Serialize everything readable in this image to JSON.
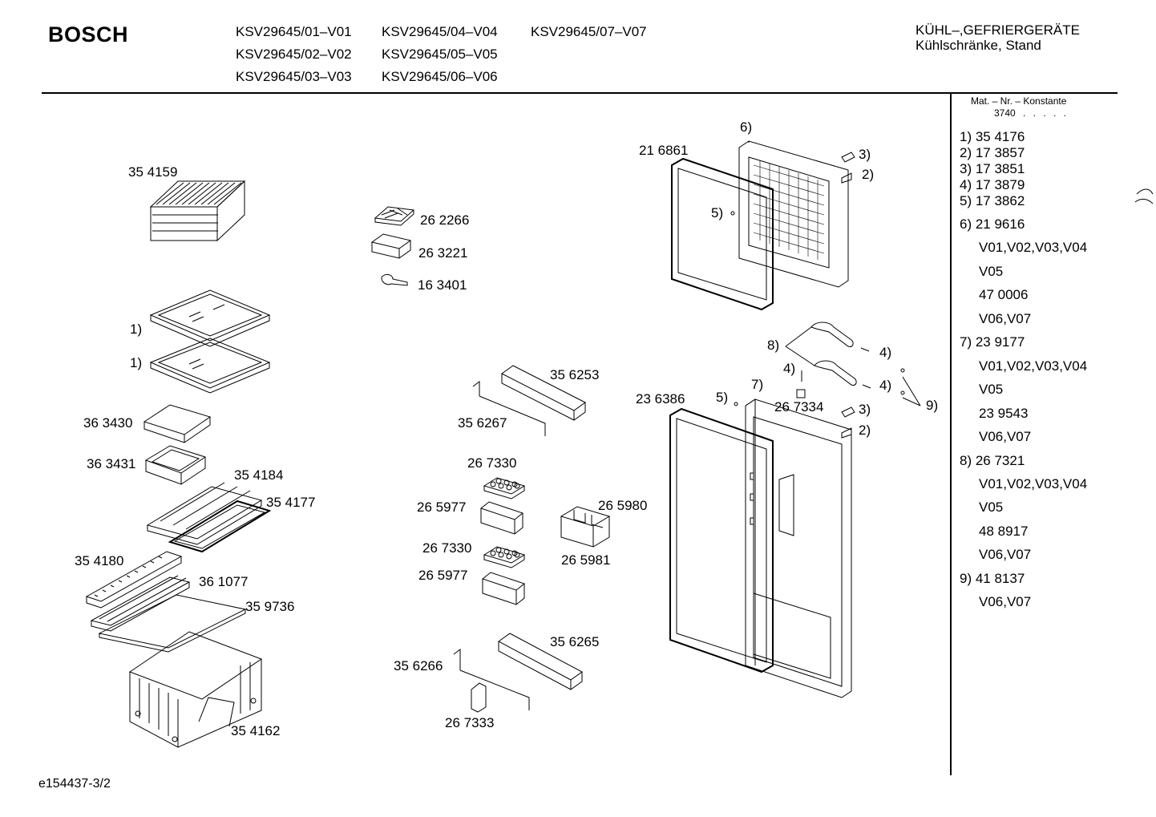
{
  "header": {
    "brand": "BOSCH",
    "models": [
      "KSV29645/01–V01",
      "KSV29645/04–V04",
      "KSV29645/07–V07",
      "KSV29645/02–V02",
      "KSV29645/05–V05",
      "KSV29645/03–V03",
      "KSV29645/06–V06"
    ],
    "category_line1": "KÜHL–,GEFRIERGERÄTE",
    "category_line2": "Kühlschränke, Stand"
  },
  "parts_list": {
    "mat_header": "Mat. – Nr. – Konstante",
    "mat_prefix": "3740",
    "mat_dots": ". . . . .",
    "items": [
      "1) 35 4176",
      "2) 17 3857",
      "3) 17 3851",
      "4) 17 3879",
      "5) 17 3862",
      "6) 21 9616",
      "V01,V02,V03,V04",
      "V05",
      "47 0006",
      "V06,V07",
      "7) 23 9177",
      "V01,V02,V03,V04",
      "V05",
      "23 9543",
      "V06,V07",
      "8) 26 7321",
      "V01,V02,V03,V04",
      "V05",
      "48 8917",
      "V06,V07",
      "9) 41 8137",
      "V06,V07"
    ]
  },
  "diagram_labels": {
    "shelf_rack": "35 4159",
    "glass_shelf_1": "1)",
    "glass_shelf_2": "1)",
    "tray_363430": "36 3430",
    "tray_363431": "36 3431",
    "cover_354184": "35 4184",
    "glass_354177": "35 4177",
    "strip_354180": "35 4180",
    "cover_361077": "36 1077",
    "glass_359736": "35 9736",
    "crisper_354162": "35 4162",
    "ice_tray": "26 2266",
    "box_263221": "26 3221",
    "scraper_163401": "16 3401",
    "shelf_356253": "35 6253",
    "bar_356267": "35 6267",
    "egg_267330_a": "26 7330",
    "box_265977_a": "26 5977",
    "holder_265980": "26 5980",
    "egg_267330_b": "26 7330",
    "holder_265981": "26 5981",
    "box_265977_b": "26 5977",
    "shelf_356265": "35 6265",
    "bar_356266": "35 6266",
    "clip_267333": "26 7333",
    "gasket_216861": "21 6861",
    "freezer_door": "6)",
    "hinge_3_top": "3)",
    "hinge_2_top": "2)",
    "screw_5_top": "5)",
    "handle_8": "8)",
    "screw_4_a": "4)",
    "screw_4_b": "4)",
    "screw_4_c": "4)",
    "caps_9": "9)",
    "door_7": "7)",
    "gasket_236386": "23 6386",
    "screw_5_bottom": "5)",
    "part_267334": "26 7334",
    "hinge_3_bottom": "3)",
    "hinge_2_bottom": "2)"
  },
  "footer": {
    "doc_id": "e154437-3/2"
  }
}
